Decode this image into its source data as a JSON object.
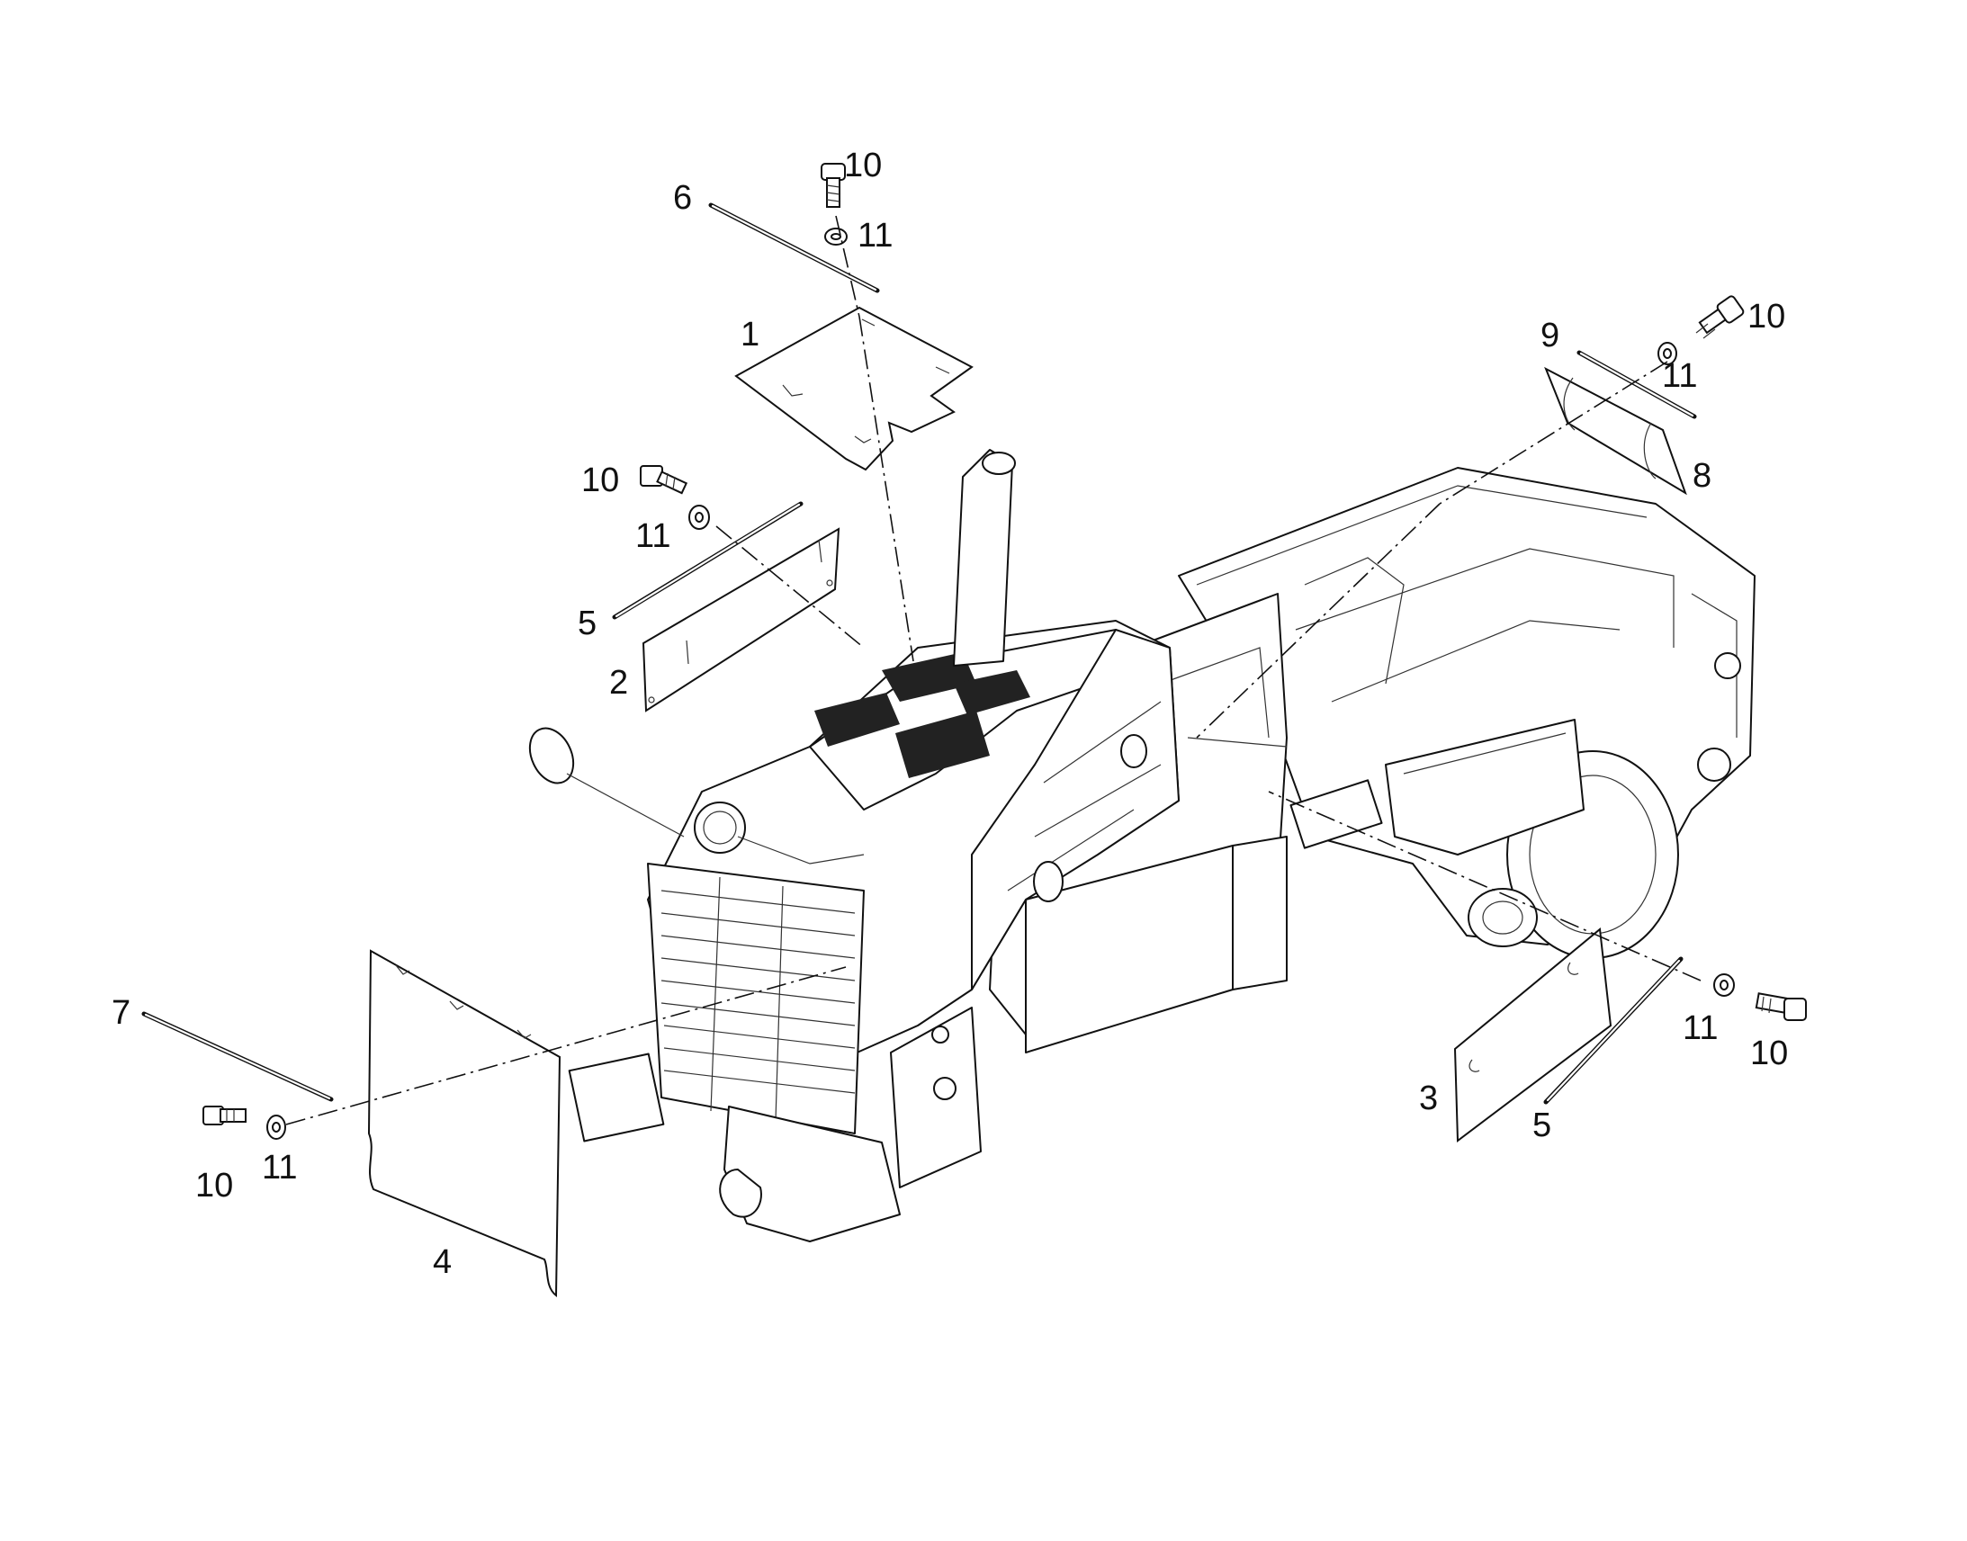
{
  "callouts": [
    {
      "id": "c6",
      "text": "6"
    },
    {
      "id": "c10a",
      "text": "10"
    },
    {
      "id": "c11a",
      "text": "11"
    },
    {
      "id": "c1",
      "text": "1"
    },
    {
      "id": "c9",
      "text": "9"
    },
    {
      "id": "c10b",
      "text": "10"
    },
    {
      "id": "c11b",
      "text": "11"
    },
    {
      "id": "c8",
      "text": "8"
    },
    {
      "id": "c10c",
      "text": "10"
    },
    {
      "id": "c11c",
      "text": "11"
    },
    {
      "id": "c5a",
      "text": "5"
    },
    {
      "id": "c2",
      "text": "2"
    },
    {
      "id": "c7",
      "text": "7"
    },
    {
      "id": "c10d",
      "text": "10"
    },
    {
      "id": "c11d",
      "text": "11"
    },
    {
      "id": "c4",
      "text": "4"
    },
    {
      "id": "c3",
      "text": "3"
    },
    {
      "id": "c5b",
      "text": "5"
    },
    {
      "id": "c11e",
      "text": "11"
    },
    {
      "id": "c10e",
      "text": "10"
    }
  ]
}
